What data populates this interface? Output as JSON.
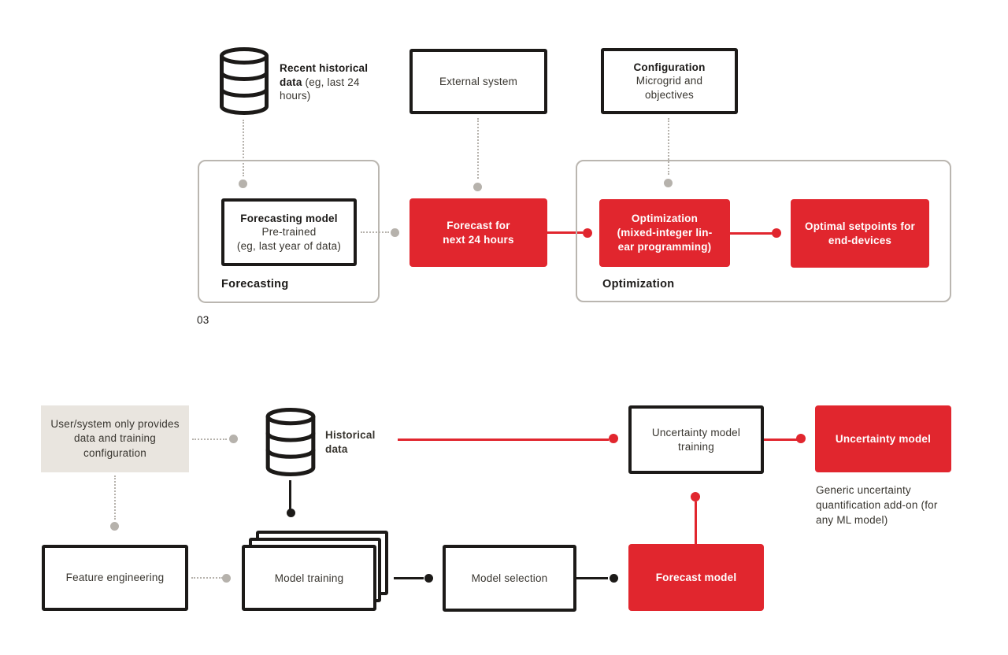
{
  "colors": {
    "red": "#e1262e",
    "ink": "#1c1a18",
    "gray": "#b6b2ac",
    "group": "#bab6b0",
    "beige": "#e9e5df",
    "text": "#38352f"
  },
  "top": {
    "recent_data_bold": "Recent historical data",
    "recent_data_regular": " (eg, last 24 hours)",
    "external_system": "External system",
    "configuration_title": "Configuration",
    "configuration_subtitle": "Microgrid and objectives",
    "forecasting_group_label": "Forecasting",
    "forecasting_model_title": "Forecasting model",
    "forecasting_model_line2": "Pre-trained",
    "forecasting_model_line3": "(eg, last year of data)",
    "forecast_box": "Forecast for next 24 hours",
    "optimization_group_label": "Optimization",
    "optimization_box_lines": [
      "Optimization",
      "(mixed-integer lin-",
      "ear programming)"
    ],
    "optimal_setpoints_box": "Optimal setpoints for end-devices",
    "page_number": "03"
  },
  "bottom": {
    "user_system_note": "User/system only provides data and training configuration",
    "historical_data_label": "Historical data",
    "uncertainty_training_box": "Uncertainty model training",
    "uncertainty_model_box": "Uncertainty model",
    "uncertainty_caption": "Generic uncertainty quantification add-on (for any ML model)",
    "feature_engineering_box": "Feature engineering",
    "model_training_box": "Model training",
    "model_selection_box": "Model selection",
    "forecast_model_box": "Forecast model"
  }
}
